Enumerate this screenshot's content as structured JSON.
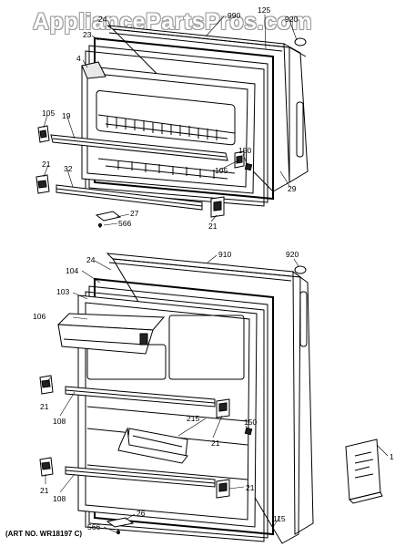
{
  "watermark": "AppliancePartsPros.com",
  "art_number": "(ART NO. WR18197 C)",
  "top_door_labels": {
    "l990": "990",
    "l125": "125",
    "l920": "920",
    "l24": "24",
    "l23": "23",
    "l4": "4",
    "l105a": "105",
    "l19": "19",
    "l21a": "21",
    "l32": "32",
    "l150": "150",
    "l105b": "105",
    "l29": "29",
    "l21b": "21",
    "l27": "27",
    "l566": "566"
  },
  "bottom_door_labels": {
    "l910": "910",
    "l920": "920",
    "l24": "24",
    "l104": "104",
    "l103": "103",
    "l106": "106",
    "l21a": "21",
    "l108a": "108",
    "l215": "215",
    "l150": "150",
    "l21b": "21",
    "l21c": "21",
    "l108b": "108",
    "l21d": "21",
    "l115": "115",
    "l1": "1",
    "l566": "566",
    "l26": "26"
  }
}
